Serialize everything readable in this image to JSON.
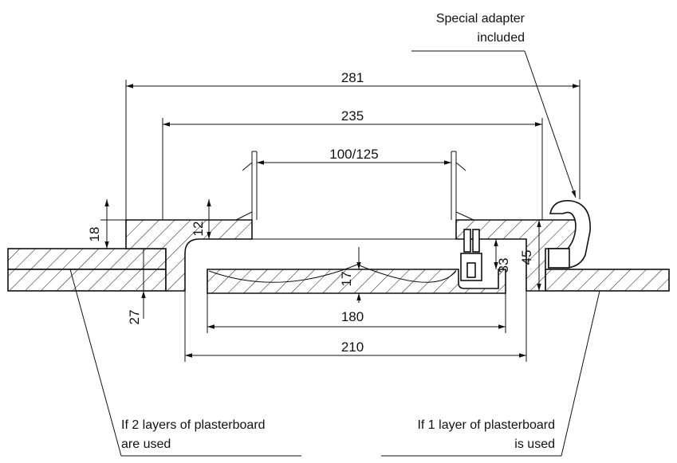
{
  "dimensions": {
    "overall_width": "281",
    "flange_width": "235",
    "duct_diameter": "100/125",
    "flange_thickness": "18",
    "collar_offset": "12",
    "board_thickness": "27",
    "valve_depth": "17",
    "inner_depth": "33",
    "total_depth": "45",
    "plate_width": "180",
    "cutout_width": "210"
  },
  "notes": {
    "adapter_line1": "Special adapter",
    "adapter_line2": "included",
    "two_layers_line1": "If 2 layers of plasterboard",
    "two_layers_line2": "are used",
    "one_layer_line1": "If 1 layer of plasterboard",
    "one_layer_line2": "is used"
  }
}
